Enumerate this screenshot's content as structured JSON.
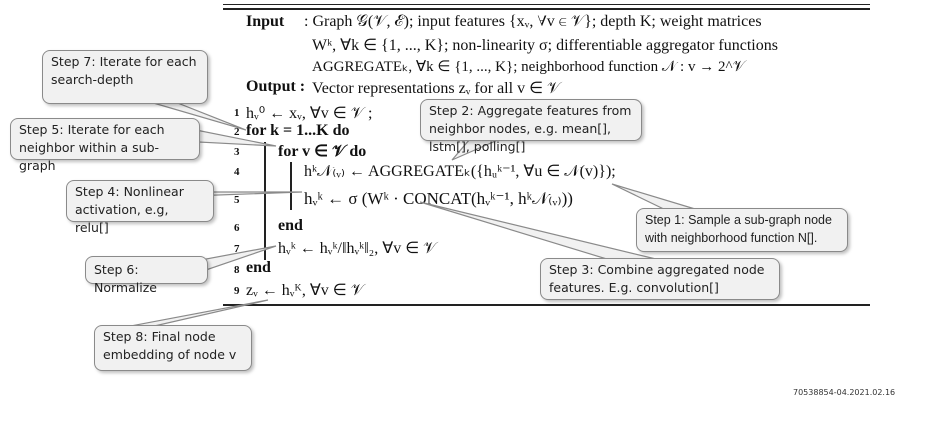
{
  "algorithm": {
    "input_label": "Input",
    "input_line1": ": Graph 𝒢(𝒱, ℰ); input features {xᵥ, ∀v ∈ 𝒱}; depth K; weight matrices",
    "input_line2": "Wᵏ, ∀k ∈ {1, ..., K}; non-linearity σ; differentiable aggregator functions",
    "input_line3": "AGGREGATEₖ, ∀k ∈ {1, ..., K}; neighborhood function 𝒩 : v → 2^𝒱",
    "output_label": "Output :",
    "output_text": "Vector representations zᵥ for all v ∈ 𝒱",
    "lines": [
      {
        "n": "1",
        "text": "hᵥ⁰ ← xᵥ, ∀v ∈ 𝒱 ;"
      },
      {
        "n": "2",
        "text": "for k = 1...K do"
      },
      {
        "n": "3",
        "text": "for v ∈ 𝒱 do"
      },
      {
        "n": "4",
        "text": "hᵏ𝒩₍ᵥ₎ ← AGGREGATEₖ({hᵤᵏ⁻¹, ∀u ∈ 𝒩(v)});"
      },
      {
        "n": "5",
        "text": "hᵥᵏ ← σ (Wᵏ · CONCAT(hᵥᵏ⁻¹, hᵏ𝒩₍ᵥ₎))"
      },
      {
        "n": "6",
        "text": "end"
      },
      {
        "n": "7",
        "text": "hᵥᵏ ← hᵥᵏ/‖hᵥᵏ‖₂, ∀v ∈ 𝒱"
      },
      {
        "n": "8",
        "text": "end"
      },
      {
        "n": "9",
        "text": "zᵥ ← hᵥᴷ, ∀v ∈ 𝒱"
      }
    ]
  },
  "callouts": {
    "step7": "Step 7: Iterate for each search-depth",
    "step5": "Step 5: Iterate for each neighbor within a sub-graph",
    "step2": "Step 2: Aggregate features from neighbor nodes, e.g. mean[], lstm[], polling[]",
    "step4": "Step 4: Nonlinear activation, e.g, relu[]",
    "step1": "Step 1: Sample a sub-graph node with neighborhood function N[].",
    "step6": "Step 6: Normalize",
    "step3": "Step 3: Combine aggregated node features. E.g. convolution[]",
    "step8": "Step 8: Final node embedding of node v"
  },
  "footer": "70538854-04.2021.02.16",
  "colors": {
    "callout_fill": "#f1f1f1",
    "callout_border": "#8a8a8a"
  }
}
